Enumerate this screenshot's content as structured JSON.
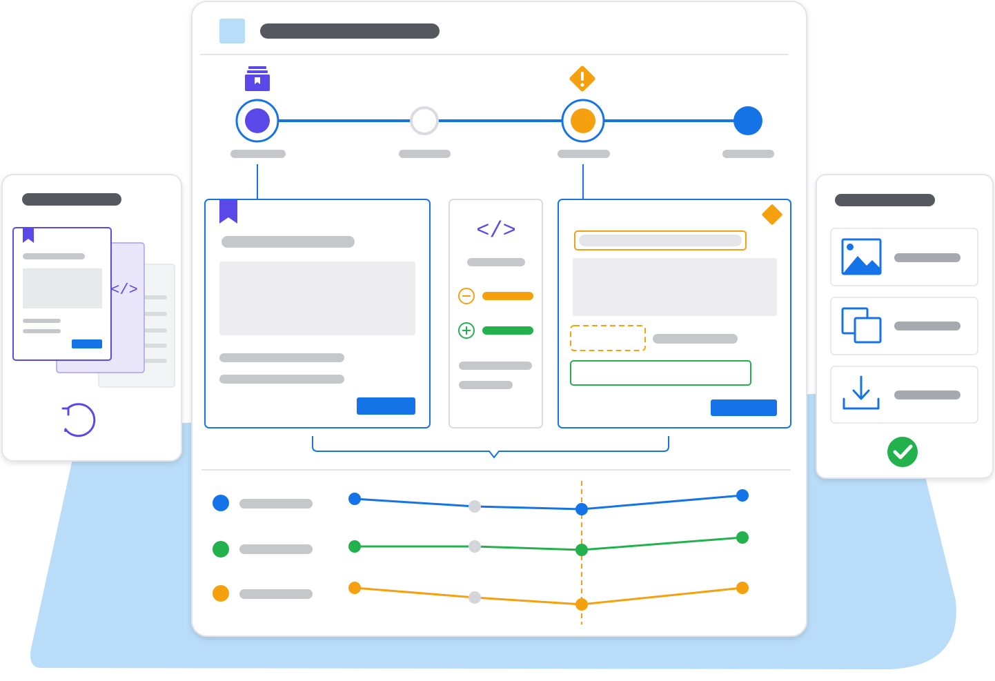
{
  "illustration": {
    "kind": "wireframe-only",
    "visible_text": []
  },
  "timeline": {
    "steps": [
      {
        "state": "active",
        "color": "#5b48e8",
        "badge_icon": "archive-bookmark-icon"
      },
      {
        "state": "pending",
        "color": "#d9dbe0"
      },
      {
        "state": "warning",
        "color": "#f5a00f",
        "badge_icon": "warning-diamond-icon"
      },
      {
        "state": "complete",
        "color": "#1473e6"
      }
    ]
  },
  "side_tools": [
    {
      "icon": "image-icon"
    },
    {
      "icon": "copy-icon"
    },
    {
      "icon": "download-icon"
    }
  ],
  "status": {
    "icon": "check-circle-icon",
    "state": "success"
  },
  "code_panel": {
    "icon": "code-icon",
    "diff": [
      {
        "icon": "minus-circle-icon",
        "type": "removed"
      },
      {
        "icon": "plus-circle-icon",
        "type": "added"
      }
    ]
  },
  "legend": [
    {
      "color": "#1473e6"
    },
    {
      "color": "#22b14c"
    },
    {
      "color": "#f5a00f"
    }
  ],
  "colors": {
    "primary": "#1473e6",
    "accent_purple": "#5b48e8",
    "warning": "#f5a00f",
    "success": "#22b14c",
    "backdrop": "#b9dcf8",
    "placeholder_dark": "#55595f",
    "placeholder_light": "#c5c7cb"
  }
}
